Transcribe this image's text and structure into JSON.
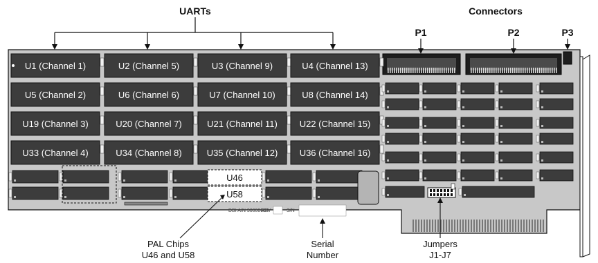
{
  "labels": {
    "uarts": "UARTs",
    "connectors": "Connectors",
    "p1": "P1",
    "p2": "P2",
    "p3": "P3",
    "pal_line1": "PAL Chips",
    "pal_line2": "U46 and U58",
    "serial_line1": "Serial",
    "serial_line2": "Number",
    "jumpers_line1": "Jumpers",
    "jumpers_line2": "J1-J7",
    "board_pn": "DBI A/N 30000604",
    "rev": "REV",
    "sn": "S/N"
  },
  "uart_chips": [
    [
      "U1  (Channel  1)",
      "U2  (Channel  5)",
      "U3  (Channel  9)",
      "U4  (Channel  13)"
    ],
    [
      "U5  (Channel  2)",
      "U6  (Channel  6)",
      "U7  (Channel  10)",
      "U8  (Channel  14)"
    ],
    [
      "U19  (Channel  3)",
      "U20  (Channel  7)",
      "U21  (Channel  11)",
      "U22  (Channel  15)"
    ],
    [
      "U33  (Channel  4)",
      "U34  (Channel  8)",
      "U35  (Channel  12)",
      "U36  (Channel  16)"
    ]
  ],
  "pal_chips": [
    "U46",
    "U58"
  ],
  "colors": {
    "board": "#c8c8c8",
    "chip": "#3c3c3c",
    "chip_border": "#111111",
    "connector": "#222222",
    "line": "#111111"
  }
}
